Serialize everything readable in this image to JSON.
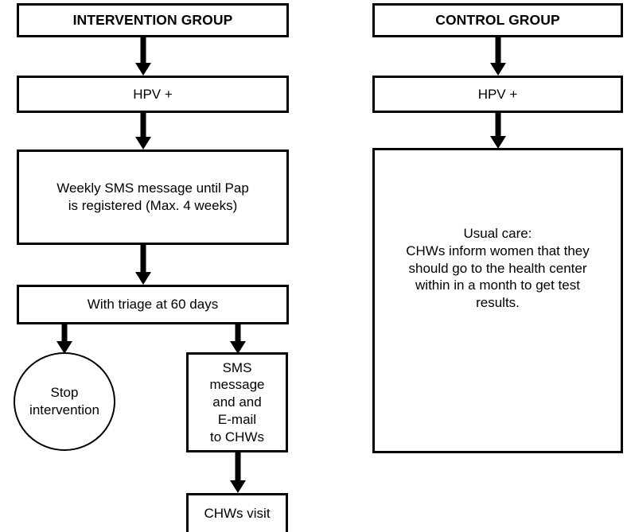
{
  "diagram": {
    "title": "Study flow: intervention vs control group",
    "colors": {
      "stroke": "#000000",
      "fill": "#ffffff",
      "text": "#000000"
    },
    "columns": {
      "intervention": {
        "header": "INTERVENTION GROUP",
        "hpv": "HPV +",
        "weekly_sms": "Weekly SMS message until  Pap\nis registered (Max. 4  weeks)",
        "with_triage": "With triage at 60 days",
        "stop_intervention": "Stop\nintervention",
        "sms_email_chws": "SMS\nmessage\nand and\nE-mail\nto CHWs",
        "chws_visit": "CHWs visit"
      },
      "control": {
        "header": "CONTROL GROUP",
        "hpv": "HPV +",
        "usual_care": "Usual care:\nCHWs inform women that they\nshould go to the health center\nwithin in a month to get test\nresults."
      }
    },
    "connectors": [
      {
        "name": "intervention-header-to-hpv",
        "from": "INTERVENTION GROUP",
        "to": "HPV +"
      },
      {
        "name": "intervention-hpv-to-weekly-sms",
        "from": "HPV +",
        "to": "Weekly SMS message until  Pap is registered (Max. 4  weeks)"
      },
      {
        "name": "weekly-sms-to-with-triage",
        "from": "Weekly SMS message until  Pap is registered (Max. 4  weeks)",
        "to": "With triage at 60 days"
      },
      {
        "name": "with-triage-to-stop-intervention",
        "from": "With triage at 60 days",
        "to": "Stop intervention"
      },
      {
        "name": "with-triage-to-sms-email",
        "from": "With triage at 60 days",
        "to": "SMS message and and E-mail to CHWs"
      },
      {
        "name": "sms-email-to-chws-visit",
        "from": "SMS message and and E-mail to CHWs",
        "to": "CHWs visit"
      },
      {
        "name": "control-header-to-hpv",
        "from": "CONTROL GROUP",
        "to": "HPV +"
      },
      {
        "name": "control-hpv-to-usual-care",
        "from": "HPV +",
        "to": "Usual care"
      }
    ]
  }
}
